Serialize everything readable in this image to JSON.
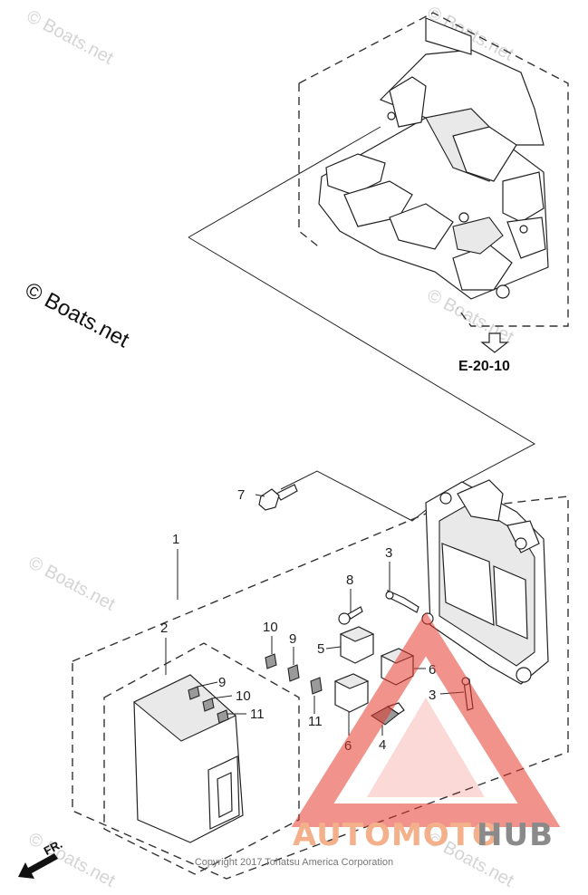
{
  "watermark_text": "© Boats.net",
  "reference": "E-20-10",
  "copyright": "Copyright 2017 Tohatsu America Corporation",
  "front_marker": "FR.",
  "logo": {
    "part1": "AUTOMOTO",
    "part2": "HUB",
    "accent": "#e63a2e",
    "gray": "#8a8a8a"
  },
  "callouts": {
    "c1": "1",
    "c2": "2",
    "c3a": "3",
    "c3b": "3",
    "c4": "4",
    "c5": "5",
    "c6a": "6",
    "c6b": "6",
    "c7": "7",
    "c8": "8",
    "c9a": "9",
    "c9b": "9",
    "c10a": "10",
    "c10b": "10",
    "c11a": "11",
    "c11b": "11"
  }
}
